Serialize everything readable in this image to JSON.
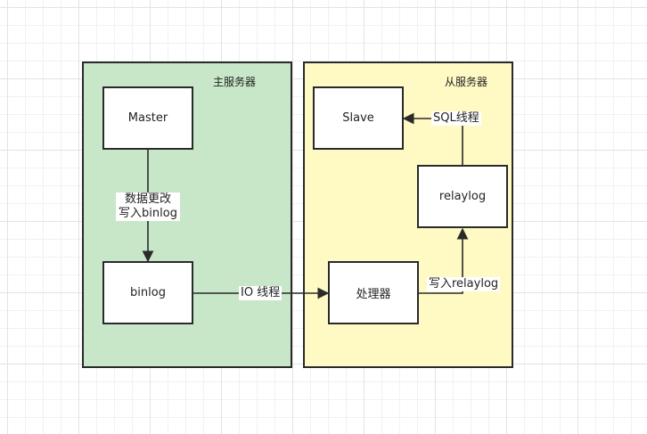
{
  "colors": {
    "master_group": "#c8e6c8",
    "slave_group": "#fff9c4",
    "stroke": "#2a2a2a"
  },
  "groups": {
    "master": {
      "label": "主服务器"
    },
    "slave": {
      "label": "从服务器"
    }
  },
  "nodes": {
    "master": "Master",
    "binlog": "binlog",
    "slave": "Slave",
    "relaylog": "relaylog",
    "processor": "处理器"
  },
  "edges": {
    "data_change_line1": "数据更改",
    "data_change_line2": "写入binlog",
    "io_thread": "IO 线程",
    "write_relaylog": "写入relaylog",
    "sql_thread": "SQL线程"
  }
}
